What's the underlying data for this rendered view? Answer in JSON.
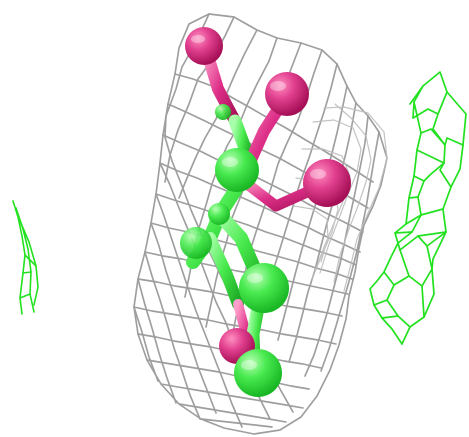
{
  "scene": {
    "background_color": "#ffffff",
    "colors": {
      "density_mesh_primary": "#9e9e9e",
      "density_mesh_secondary": "#bdbdbd",
      "green_side_mesh": "#22e11f",
      "ligand_green": "#43e84b",
      "ligand_green_dark": "#1ec126",
      "oxygen_magenta": "#dd2f88",
      "oxygen_magenta_dark": "#b51563"
    },
    "objects": [
      "electron-density-mesh",
      "ligand-stick-and-ball-model",
      "left-green-mesh-fragment",
      "right-green-mesh-fragment"
    ]
  }
}
